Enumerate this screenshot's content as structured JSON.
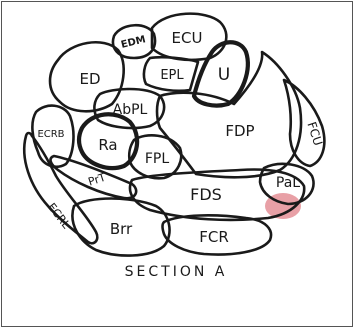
{
  "figure": {
    "caption": "SECTION A",
    "highlight_color": "#e8a0a6",
    "line_color": "#1a1a1a",
    "labels": {
      "ed": "ED",
      "edm": "EDM",
      "ecu": "ECU",
      "epl": "EPL",
      "u": "U",
      "ecrb": "ECRB",
      "abpl": "AbPL",
      "fdp": "FDP",
      "fcu": "FCU",
      "ra": "Ra",
      "fpl": "FPL",
      "pt": "PrT",
      "fds": "FDS",
      "pal": "PaL",
      "ecrl": "ECRL",
      "brr": "Brr",
      "fcr": "FCR"
    }
  }
}
